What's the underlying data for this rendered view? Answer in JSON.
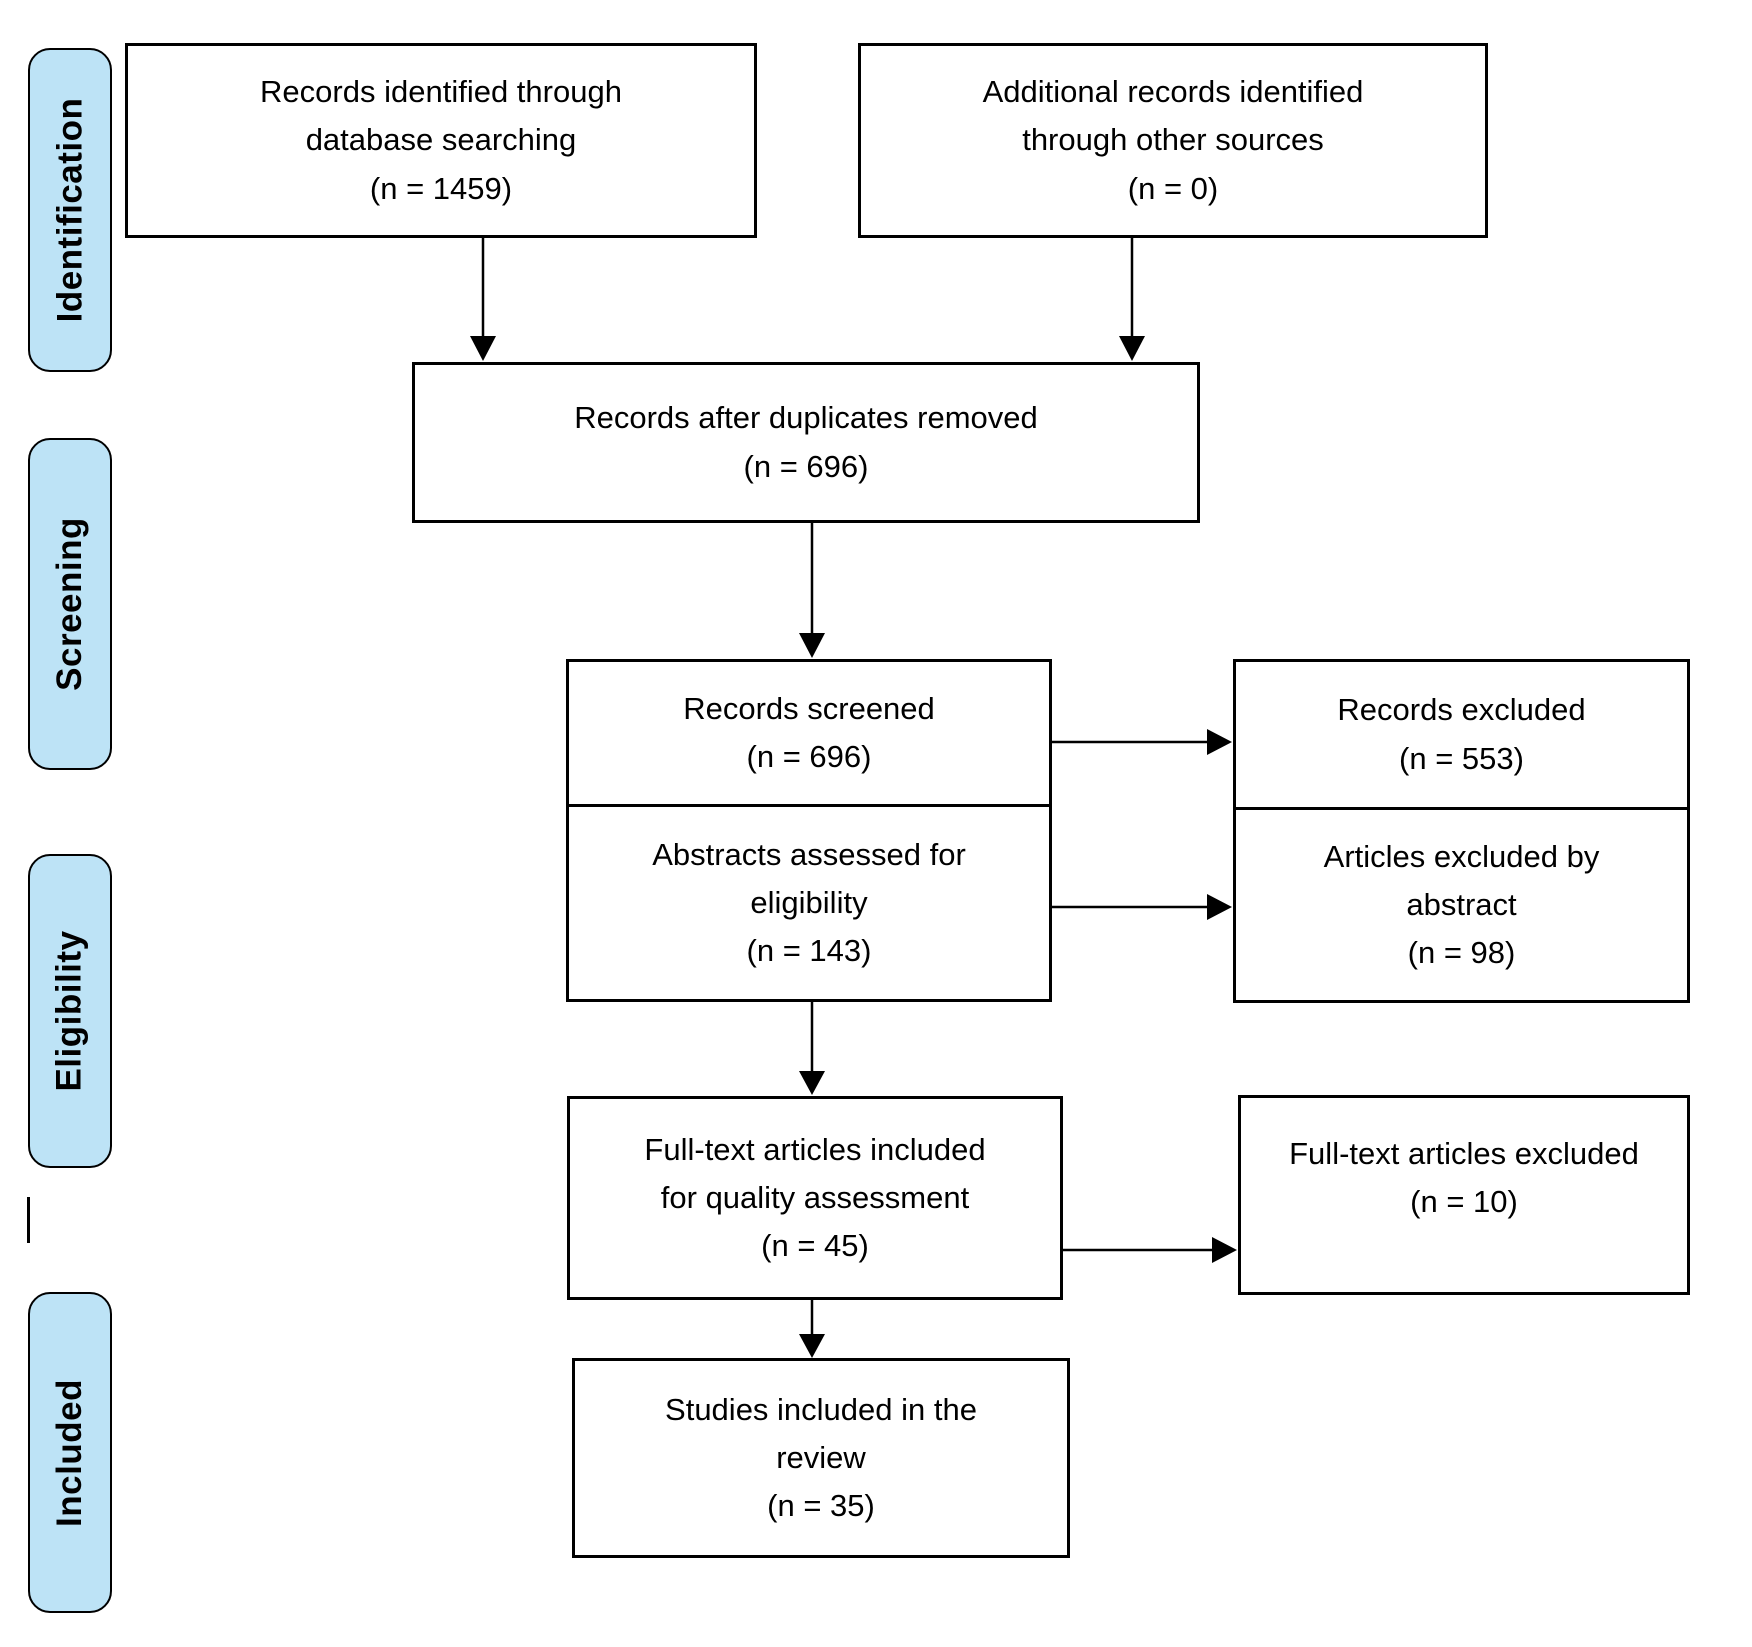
{
  "diagram_type": "prisma-flow-diagram",
  "sidebar": {
    "fill_color": "#BDE3F6",
    "labels": [
      {
        "label": "Identification"
      },
      {
        "label": "Screening"
      },
      {
        "label": "Eligibility"
      },
      {
        "label": "Included"
      }
    ]
  },
  "boxes": {
    "identified": {
      "text": "Records identified through\ndatabase searching\n(n = 1459)"
    },
    "additional": {
      "text": "Additional records identified\nthrough other sources\n(n = 0)"
    },
    "duplicates": {
      "text": "Records after duplicates removed\n(n = 696)"
    },
    "screened": {
      "text": "Records screened\n(n = 696)"
    },
    "abstracts": {
      "text": "Abstracts assessed for\neligibility\n(n = 143)"
    },
    "records_excluded": {
      "text": "Records excluded\n(n = 553)"
    },
    "articles_excluded": {
      "text": "Articles excluded by\nabstract\n(n = 98)"
    },
    "fulltext_included": {
      "text": "Full-text articles included\nfor quality assessment\n(n = 45)"
    },
    "fulltext_excluded": {
      "text": "Full-text articles excluded\n(n = 10)"
    },
    "studies_included": {
      "text": "Studies included in the\nreview\n(n = 35)"
    }
  },
  "counts": {
    "identified_database_searching": 1459,
    "additional_other_sources": 0,
    "after_duplicates_removed": 696,
    "records_screened": 696,
    "records_excluded": 553,
    "abstracts_assessed": 143,
    "articles_excluded_by_abstract": 98,
    "fulltext_quality_assessment": 45,
    "fulltext_excluded": 10,
    "studies_included_in_review": 35
  }
}
